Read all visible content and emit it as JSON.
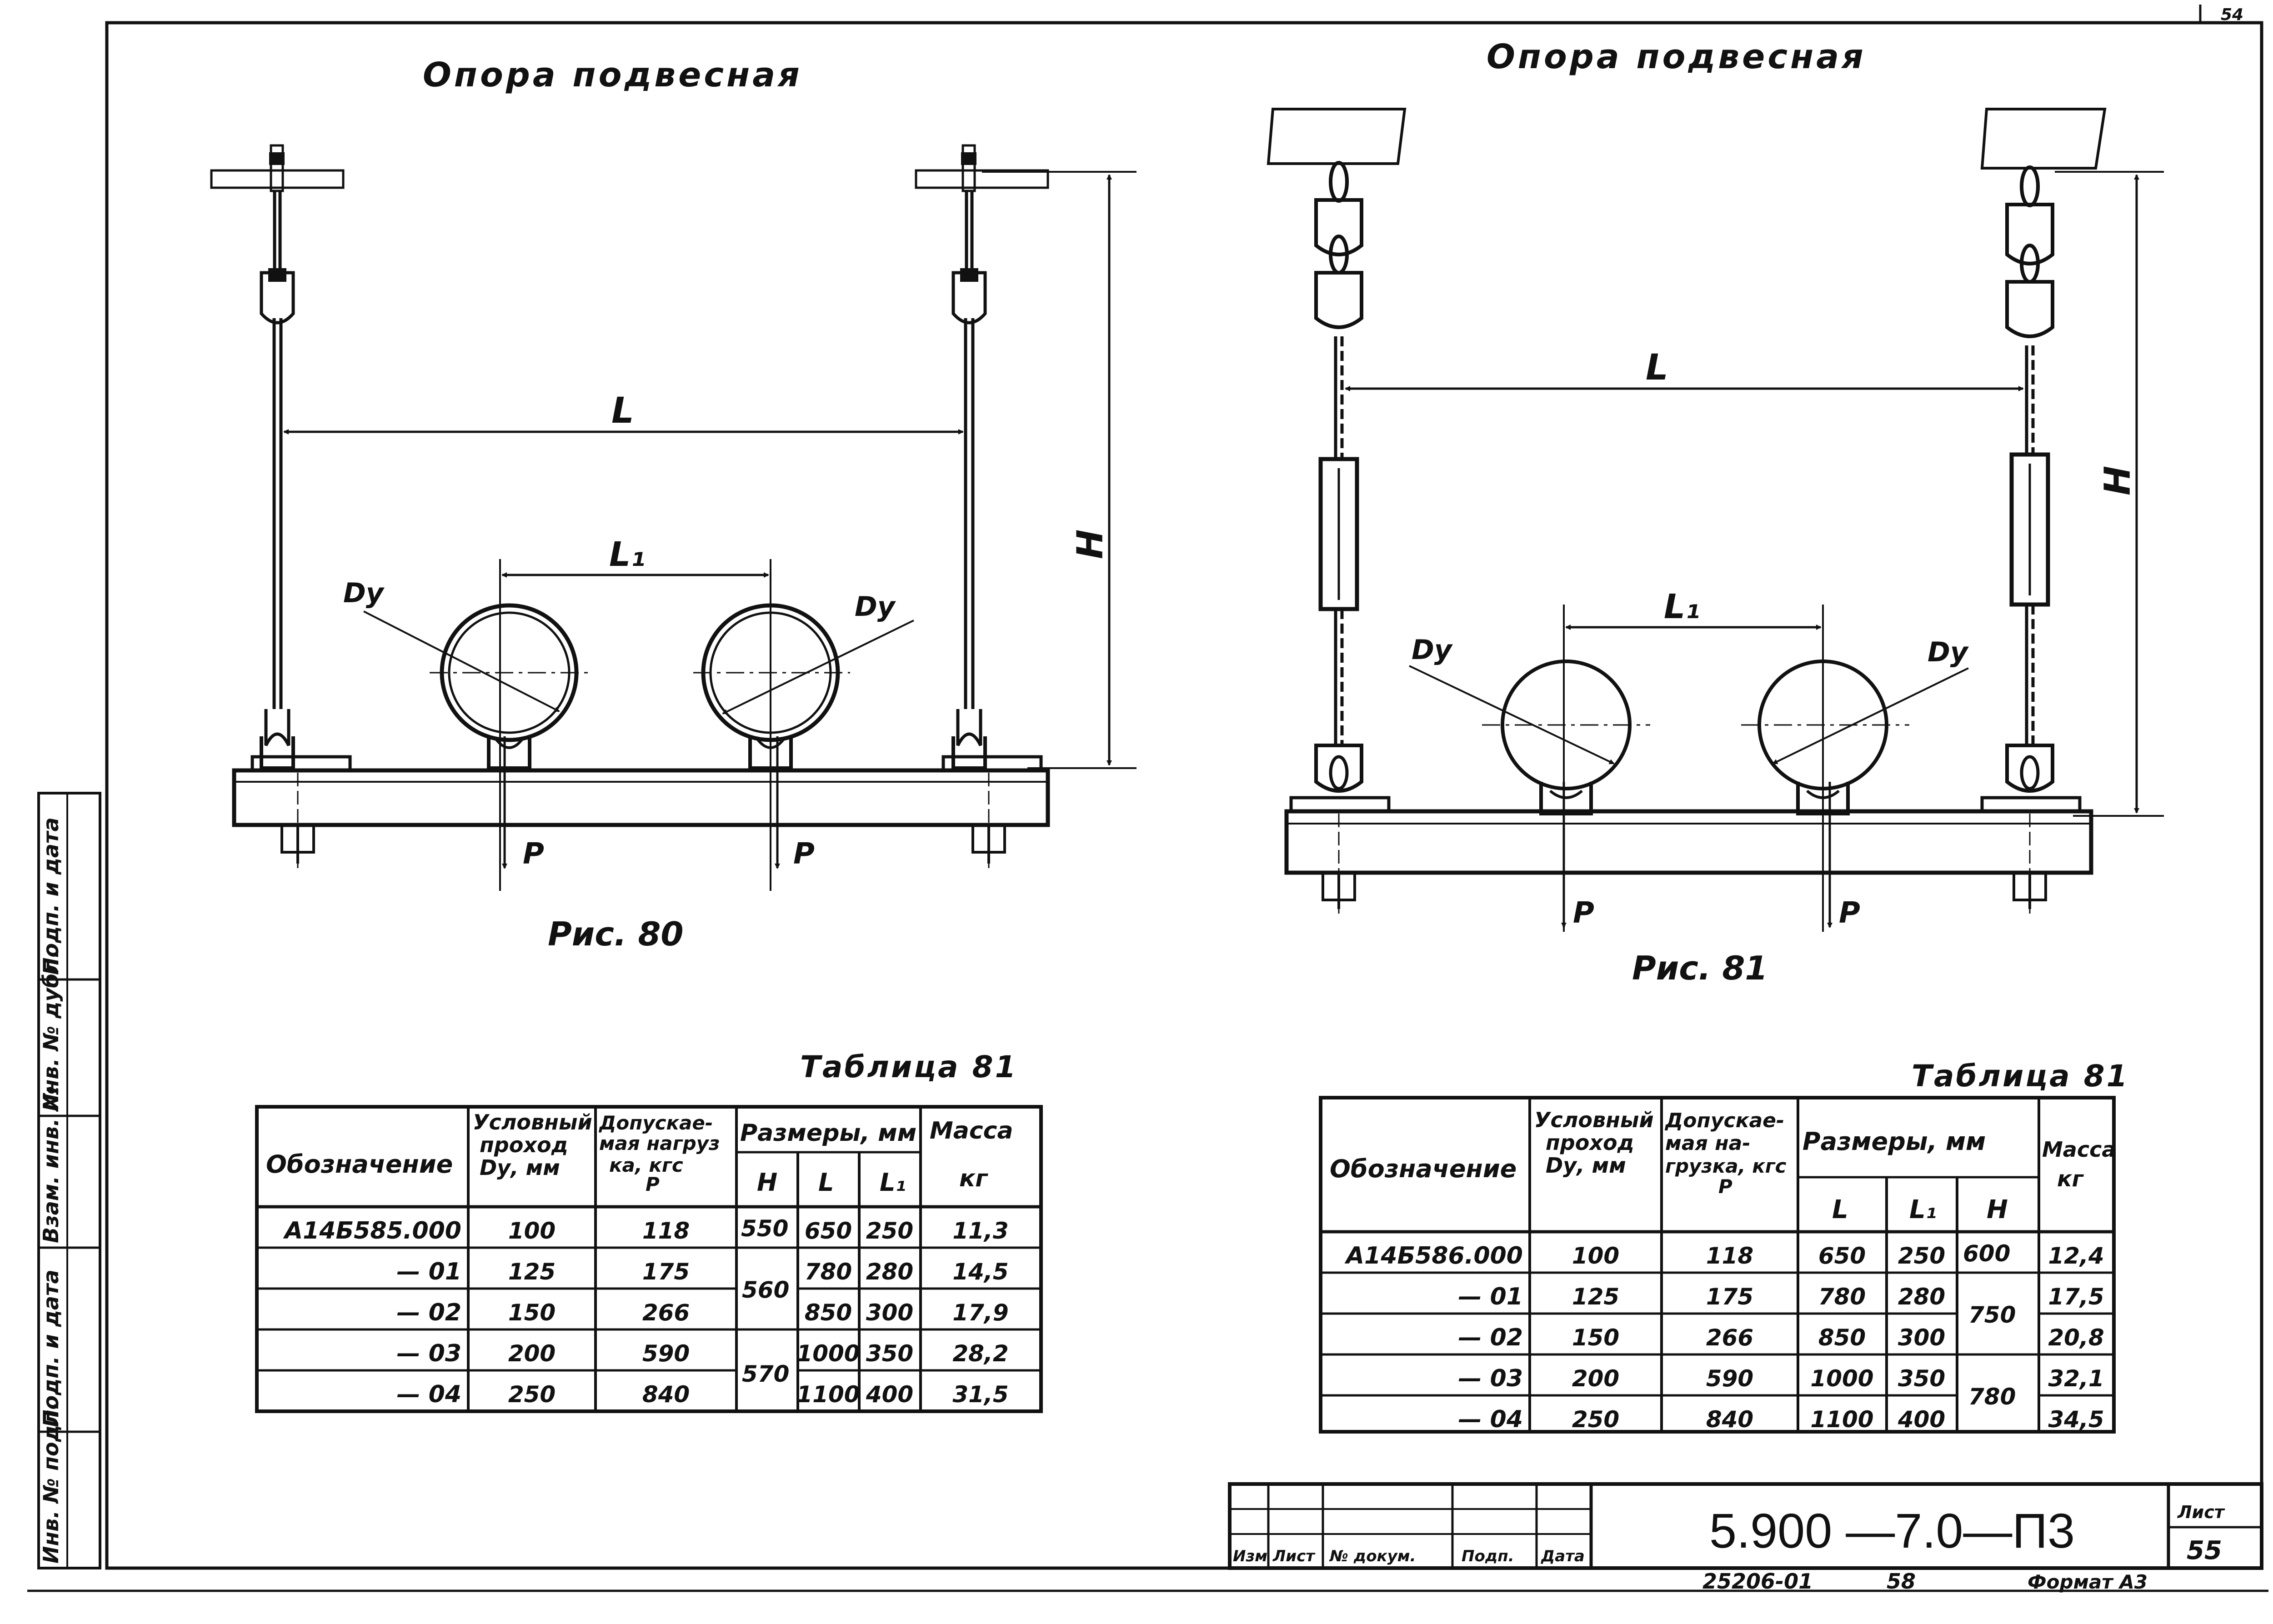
{
  "left": {
    "title": "Опора подвесная",
    "caption": "Рис. 80",
    "labels": {
      "L": "L",
      "L1": "L₁",
      "H": "H",
      "Dy": "Dу",
      "P": "P"
    },
    "table": {
      "title": "Таблица 81",
      "headers": {
        "designation": "Обозначение",
        "passage": [
          "Условный",
          "проход",
          "Dу, мм"
        ],
        "load": [
          "Допускае-",
          "мая нагруз",
          "ка, кгс",
          "P"
        ],
        "dims": "Размеры, мм",
        "H": "H",
        "L": "L",
        "L1": "L₁",
        "mass": [
          "Масса",
          "кг"
        ]
      },
      "rows": [
        {
          "code": "А14Б585.000",
          "dy": "100",
          "p": "118",
          "L": "650",
          "L1": "250",
          "m": "11,3"
        },
        {
          "code": "— 01",
          "dy": "125",
          "p": "175",
          "L": "780",
          "L1": "280",
          "m": "14,5"
        },
        {
          "code": "— 02",
          "dy": "150",
          "p": "266",
          "L": "850",
          "L1": "300",
          "m": "17,9"
        },
        {
          "code": "— 03",
          "dy": "200",
          "p": "590",
          "L": "1000",
          "L1": "350",
          "m": "28,2"
        },
        {
          "code": "— 04",
          "dy": "250",
          "p": "840",
          "L": "1100",
          "L1": "400",
          "m": "31,5"
        }
      ],
      "H_values": [
        "550",
        "560",
        "570"
      ]
    }
  },
  "right": {
    "title": "Опора подвесная",
    "caption": "Рис. 81",
    "labels": {
      "L": "L",
      "L1": "L₁",
      "H": "H",
      "Dy": "Dу",
      "P": "P"
    },
    "table": {
      "title": "Таблица 81",
      "headers": {
        "designation": "Обозначение",
        "passage": [
          "Условный",
          "проход",
          "Dу, мм"
        ],
        "load": [
          "Допускае-",
          "мая на-",
          "грузка, кгс",
          "P"
        ],
        "dims": "Размеры, мм",
        "L": "L",
        "L1": "L₁",
        "H": "H",
        "mass": [
          "Масса",
          "кг"
        ]
      },
      "rows": [
        {
          "code": "А14Б586.000",
          "dy": "100",
          "p": "118",
          "L": "650",
          "L1": "250",
          "m": "12,4"
        },
        {
          "code": "— 01",
          "dy": "125",
          "p": "175",
          "L": "780",
          "L1": "280",
          "m": "17,5"
        },
        {
          "code": "— 02",
          "dy": "150",
          "p": "266",
          "L": "850",
          "L1": "300",
          "m": "20,8"
        },
        {
          "code": "— 03",
          "dy": "200",
          "p": "590",
          "L": "1000",
          "L1": "350",
          "m": "32,1"
        },
        {
          "code": "— 04",
          "dy": "250",
          "p": "840",
          "L": "1100",
          "L1": "400",
          "m": "34,5"
        }
      ],
      "H_values": [
        "600",
        "750",
        "780"
      ]
    }
  },
  "sidebar": {
    "fields": [
      "Инв. № подл.",
      "Подп. и дата",
      "Взам. инв. №",
      "Инв. № дубл.",
      "Подп. и дата"
    ]
  },
  "titleblock": {
    "code": "5.900 —7.0—П3",
    "cols": [
      "Изм",
      "Лист",
      "№ докум.",
      "Подп.",
      "Дата"
    ],
    "sheet_label": "Лист",
    "sheet_no": "55",
    "bottom_number": "25206-01",
    "bottom_number2": "58",
    "format": "Формат А3",
    "corner": "54"
  }
}
